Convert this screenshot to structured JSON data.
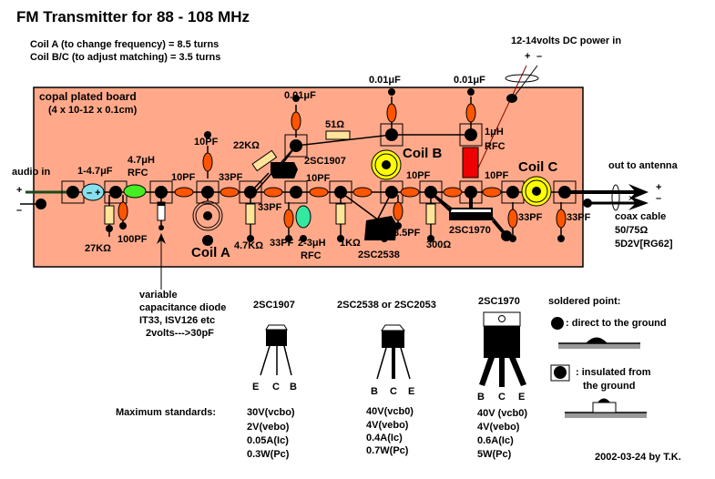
{
  "title": "FM Transmitter for 88 - 108 MHz",
  "notes": {
    "coil_a": "Coil A (to change frequency) = 8.5 turns",
    "coil_bc": "Coil B/C (to adjust matching) = 3.5 turns"
  },
  "board": {
    "name": "copal plated board",
    "dimensions": "(4 x 10-12 x 0.1cm)",
    "color": "#ffa98a"
  },
  "power": {
    "label": "12-14volts DC power in",
    "plus": "+",
    "minus": "–"
  },
  "audio": {
    "label": "audio in",
    "plus": "+",
    "minus": "–"
  },
  "output": {
    "label": "out to antenna",
    "plus": "+",
    "minus": "–",
    "cable_lines": [
      "coax cable",
      "50/75Ω",
      "5D2V[RG62]"
    ]
  },
  "components": {
    "c_input": "1-4.7μF",
    "rfc1_value": "4.7μH",
    "rfc1_name": "RFC",
    "r_27k": "27KΩ",
    "c_100pf": "100PF",
    "c_10pf_a": "10PF",
    "c_10pf_top": "10PF",
    "c_33pf_a": "33PF",
    "coil_a": "Coil A",
    "r_22k": "22KΩ",
    "c_001_a": "0.01μF",
    "r_51": "51Ω",
    "q1_name": "2SC1907",
    "c_10pf_b": "10PF",
    "c_33pf_b": "33PF",
    "r_47k": "4.7KΩ",
    "c_33pf_c": "33PF",
    "rfc2_value": "2-3μH",
    "rfc2_name": "RFC",
    "r_1k": "1KΩ",
    "q2_name": "2SC2538",
    "c_001_b": "0.01μF",
    "coil_b": "Coil B",
    "c_10pf_c": "10PF",
    "c_35pf": "3.5PF",
    "r_300": "300Ω",
    "c_001_c": "0.01μF",
    "rfc3_value": "1μH",
    "rfc3_name": "RFC",
    "c_10pf_d": "10PF",
    "coil_c": "Coil C",
    "q3_name": "2SC1970",
    "c_33pf_d": "33PF",
    "c_33pf_e": "33PF"
  },
  "varicap": {
    "lines": [
      "variable",
      "capacitance diode",
      "IT33, ISV126 etc",
      "2volts--->30pF"
    ]
  },
  "transistors": [
    {
      "name": "2SC1907",
      "pins": [
        "E",
        "C",
        "B"
      ],
      "specs": [
        "30V(vcbo)",
        "2V(vebo)",
        "0.05A(Ic)",
        "0.3W(Pc)"
      ]
    },
    {
      "name": "2SC2538 or 2SC2053",
      "pins": [
        "B",
        "C",
        "E"
      ],
      "specs": [
        "40V(vcb0)",
        "4V(vebo)",
        "0.4A(Ic)",
        "0.7W(Pc)"
      ]
    },
    {
      "name": "2SC1970",
      "pins": [
        "B",
        "C",
        "E"
      ],
      "specs": [
        "40V (vcb0)",
        "4V(vebo)",
        "0.6A(Ic)",
        "5W(Pc)"
      ]
    }
  ],
  "max_label": "Maximum standards:",
  "legend": {
    "title": "soldered point:",
    "direct": ": direct to the ground",
    "insulated_1": ": insulated from",
    "insulated_2": "the ground"
  },
  "footer": "2002-03-24 by T.K.",
  "colors": {
    "capacitor": "#ff5500",
    "resistor": "#ffe49a",
    "rfc_green": "#44ee22",
    "rfc_teal": "#33e8a0",
    "rfc_red": "#ee0000",
    "electrolytic": "#88e0ee",
    "coil_yellow": "#ffff00",
    "wire_power": "#8b0000",
    "wire_audio": "#1a4a1a",
    "ground_gray": "#999999"
  }
}
